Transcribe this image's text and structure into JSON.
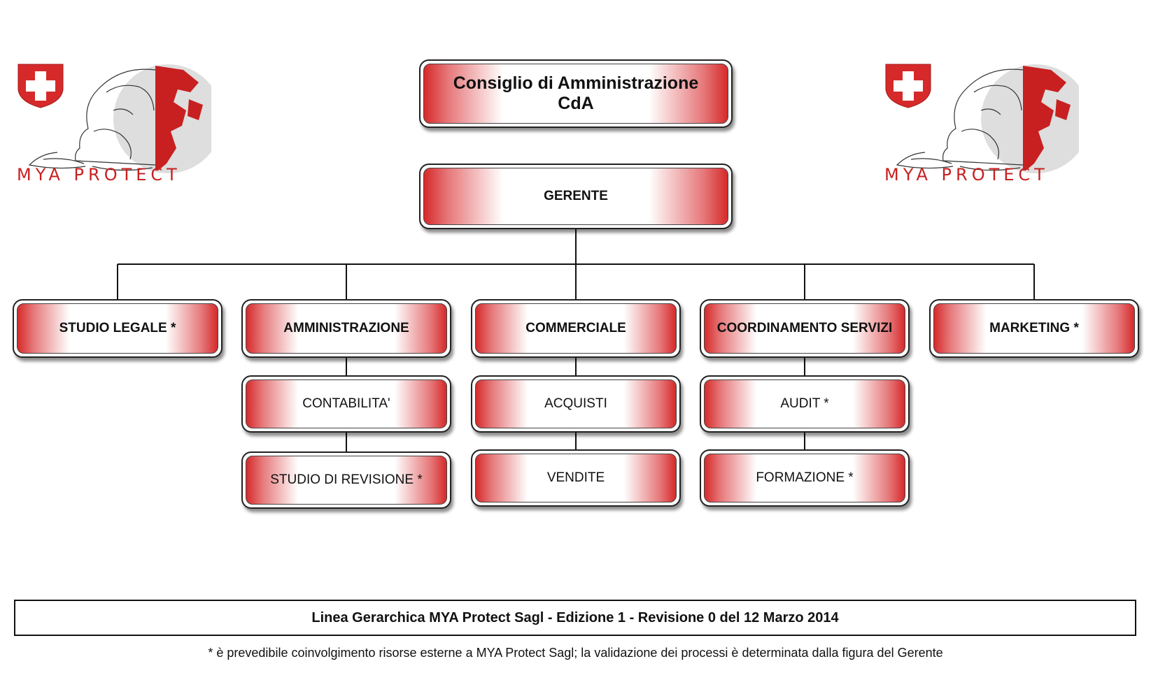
{
  "chart": {
    "board": "Consiglio di Amministrazione\nCdA",
    "manager": "GERENTE",
    "departments": [
      {
        "name": "STUDIO LEGALE *"
      },
      {
        "name": "AMMINISTRAZIONE",
        "children": [
          "CONTABILITA'",
          "STUDIO DI REVISIONE *"
        ]
      },
      {
        "name": "COMMERCIALE",
        "children": [
          "ACQUISTI",
          "VENDITE"
        ]
      },
      {
        "name": "COORDINAMENTO SERVIZI",
        "children": [
          "AUDIT *",
          "FORMAZIONE *"
        ]
      },
      {
        "name": "MARKETING *"
      }
    ]
  },
  "logo": {
    "text": "MYA PROTECT",
    "icons": [
      "swiss-cross-shield-icon",
      "dog-illustration",
      "globe-map-icon"
    ],
    "colors": {
      "red": "#d62a2a",
      "grey": "#d8d8d8"
    }
  },
  "footer": {
    "title": "Linea Gerarchica MYA Protect Sagl - Edizione 1 - Revisione 0 del 12 Marzo 2014",
    "note": "* è prevedibile coinvolgimento risorse esterne a MYA Protect Sagl; la validazione dei processi è determinata dalla figura del Gerente"
  }
}
